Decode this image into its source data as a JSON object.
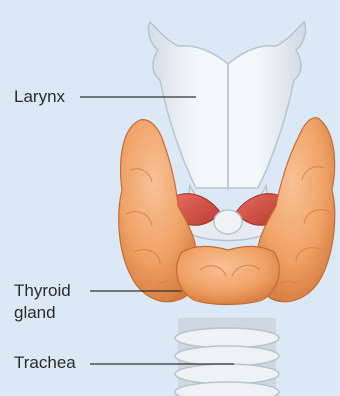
{
  "background_color": "#dbe9f6",
  "colors": {
    "cartilage": "#eef2f5",
    "cartilage_shade": "#c9d3dc",
    "thyroid": "#f2a46c",
    "thyroid_shade": "#d9783e",
    "muscle": "#d9534a",
    "leader_line": "#333333"
  },
  "labels": {
    "larynx": "Larynx",
    "thyroid_gland": "Thyroid gland",
    "trachea": "Trachea"
  }
}
